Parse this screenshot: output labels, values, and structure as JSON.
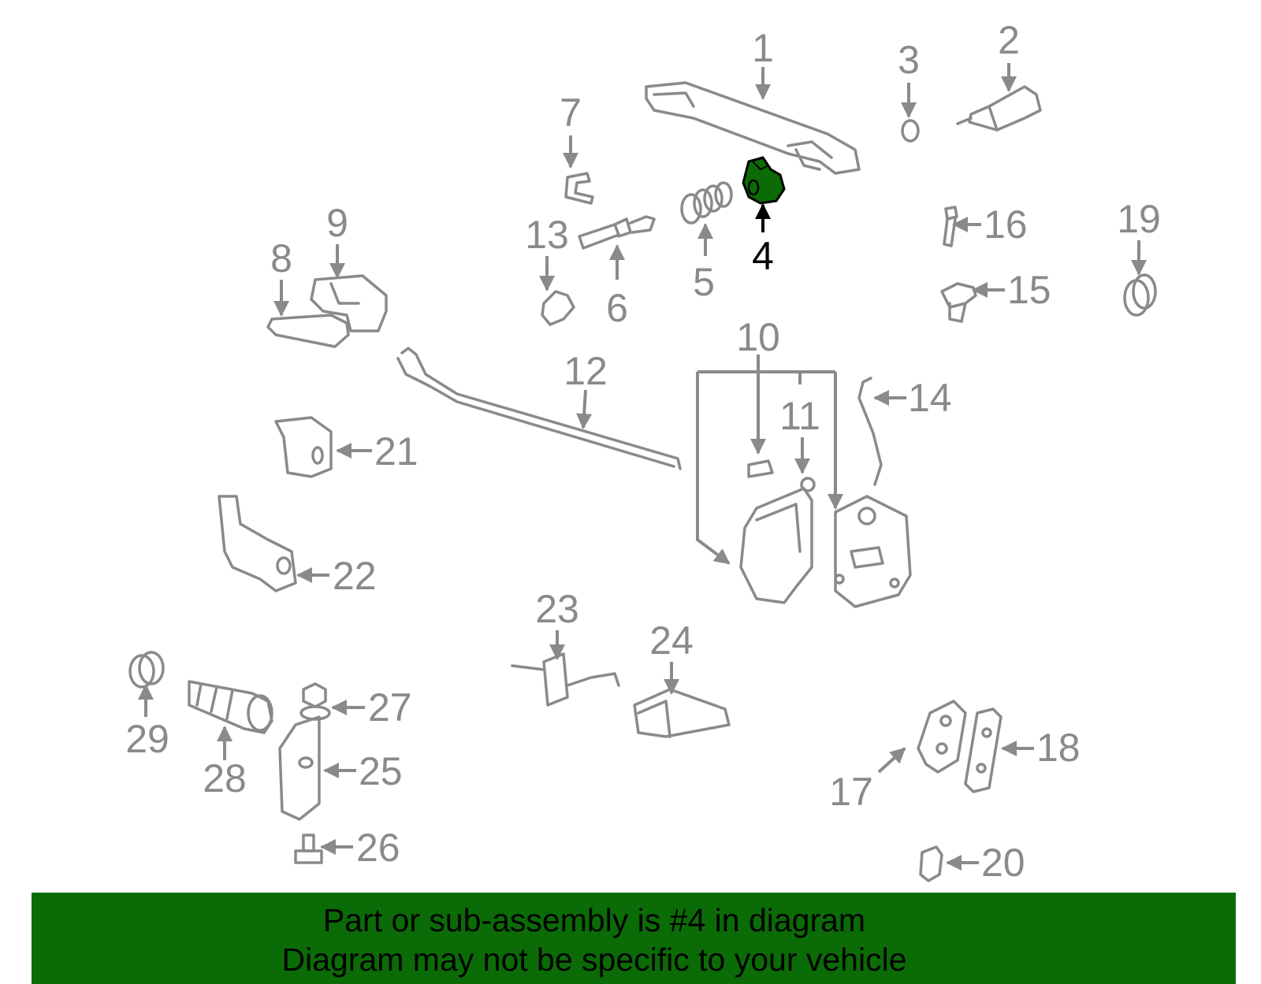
{
  "diagram": {
    "highlight_part": "4",
    "highlight_color": "#0b6b06",
    "line_color": "#8a8a8a",
    "part_numbers": [
      "1",
      "2",
      "3",
      "4",
      "5",
      "6",
      "7",
      "8",
      "9",
      "10",
      "11",
      "12",
      "13",
      "14",
      "15",
      "16",
      "17",
      "18",
      "19",
      "20",
      "21",
      "22",
      "23",
      "24",
      "25",
      "26",
      "27",
      "28",
      "29"
    ]
  },
  "banner": {
    "line1": "Part or sub-assembly is #4 in diagram",
    "line2": "Diagram may not be specific to your vehicle",
    "background": "#0b6b06"
  }
}
